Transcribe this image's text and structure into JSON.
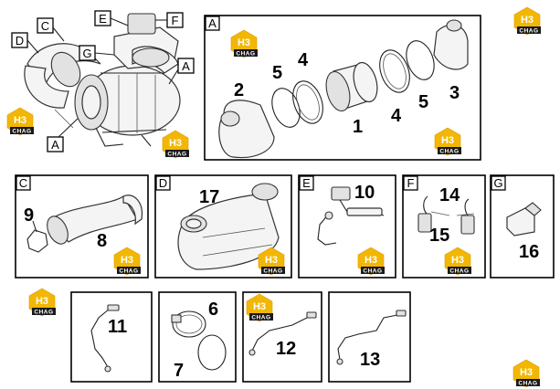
{
  "section_letters": {
    "a": "A",
    "c": "C",
    "d": "D",
    "e": "E",
    "f": "F",
    "g": "G"
  },
  "part_numbers": {
    "p1": "1",
    "p2": "2",
    "p3": "3",
    "p4": "4",
    "p5": "5",
    "p6": "6",
    "p7": "7",
    "p8": "8",
    "p9": "9",
    "p10": "10",
    "p11": "11",
    "p12": "12",
    "p13": "13",
    "p14": "14",
    "p15": "15",
    "p16": "16",
    "p17": "17"
  },
  "logo": {
    "mark": "H3",
    "text": "CHAG",
    "color": "#f2b705"
  }
}
